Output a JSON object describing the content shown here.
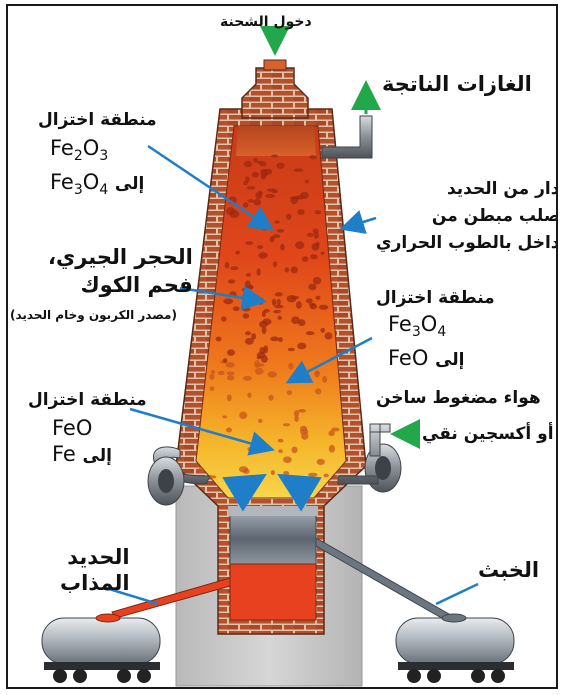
{
  "labels": {
    "charge_inlet": "دخول الشحنة",
    "exhaust_gases": "الغازات الناتجة",
    "wall_line1": "جدار من الحديد",
    "wall_line2": "الصلب مبطن من",
    "wall_line3": "الداخل بالطوب الحراري",
    "zone1_title": "منطقة اختزال",
    "zone1_from_prefix": "Fe",
    "zone1_from_sub1": "2",
    "zone1_from_mid": "O",
    "zone1_from_sub2": "3",
    "zone1_to_word": "إلى",
    "zone1_to_prefix": "Fe",
    "zone1_to_sub1": "3",
    "zone1_to_mid": "O",
    "zone1_to_sub2": "4",
    "limestone_line1": "الحجر الجيري،",
    "limestone_line2": "فحم الكوك",
    "limestone_note": "(مصدر الكربون وخام الحديد)",
    "zone2_title": "منطقة اختزال",
    "zone2_from_prefix": "Fe",
    "zone2_from_sub1": "3",
    "zone2_from_mid": "O",
    "zone2_from_sub2": "4",
    "zone2_to_word": "إلى",
    "zone2_to": "FeO",
    "hot_air_line1": "هواء مضغوط ساخن",
    "hot_air_line2": "أو أكسجين نقي",
    "zone3_title": "منطقة اختزال",
    "zone3_from": "FeO",
    "zone3_to_word": "إلى",
    "zone3_to": "Fe",
    "molten_iron_line1": "الحديد",
    "molten_iron_line2": "المذاب",
    "slag": "الخبث"
  },
  "colors": {
    "brick": "#b5502d",
    "mortar": "#e2c2a6",
    "furnace_top": "#d44a1c",
    "furnace_mid": "#e8651a",
    "furnace_bottom": "#f4c321",
    "base_stone": "#c9c9c9",
    "pointer_blue": "#1f7ec8",
    "arrow_green": "#22a84a",
    "pipe_gray": "#8a8f96"
  }
}
